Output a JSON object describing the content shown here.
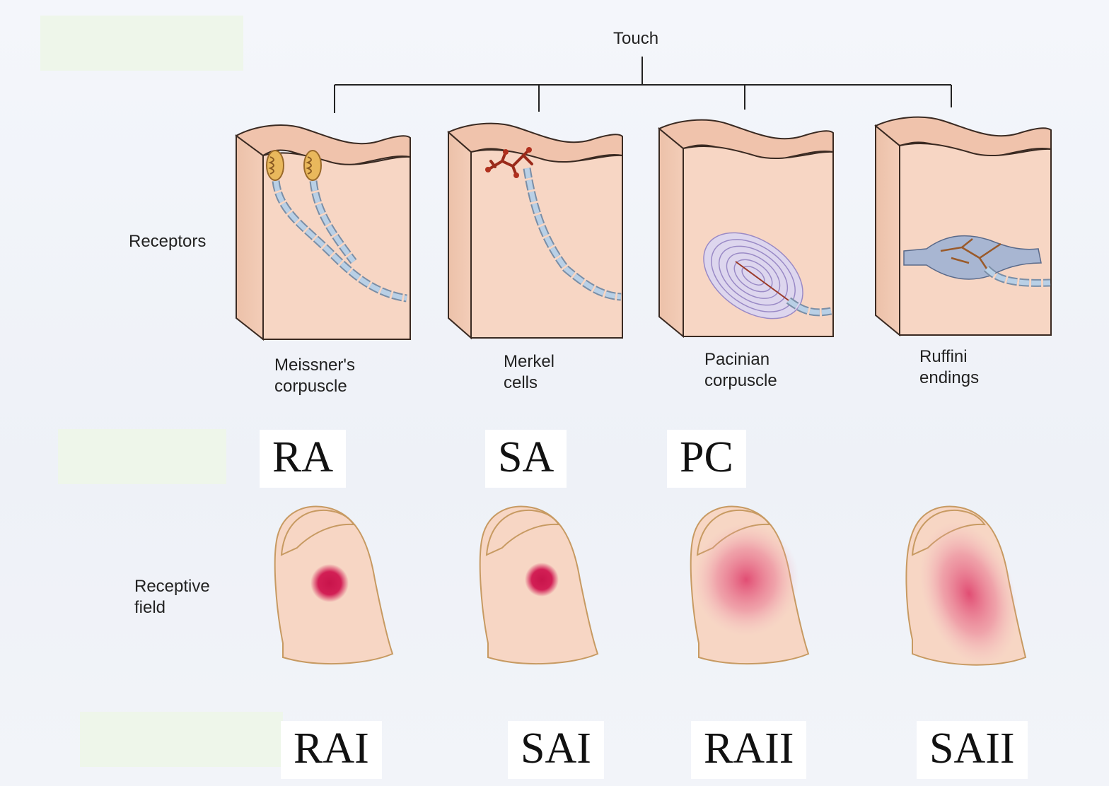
{
  "tree_root": "Touch",
  "row_labels": {
    "receptors": "Receptors",
    "receptive_field": "Receptive field"
  },
  "receptors": [
    {
      "name_line1": "Meissner's",
      "name_line2": "corpuscle",
      "adaptation": "RA",
      "afferent": "RAI",
      "field_size": "small"
    },
    {
      "name_line1": "Merkel",
      "name_line2": "cells",
      "adaptation": "SA",
      "afferent": "SAI",
      "field_size": "small"
    },
    {
      "name_line1": "Pacinian",
      "name_line2": "corpuscle",
      "adaptation": "PC",
      "afferent": "RAII",
      "field_size": "large"
    },
    {
      "name_line1": "Ruffini",
      "name_line2": "endings",
      "adaptation": "",
      "afferent": "SAII",
      "field_size": "large"
    }
  ],
  "colors": {
    "skin": "#f6d3bf",
    "skin_dark": "#e7b9a0",
    "outline": "#3a2a22",
    "field": "#d21f55",
    "nerve": "#a9c3dc",
    "green_box": "#eef6ea"
  }
}
